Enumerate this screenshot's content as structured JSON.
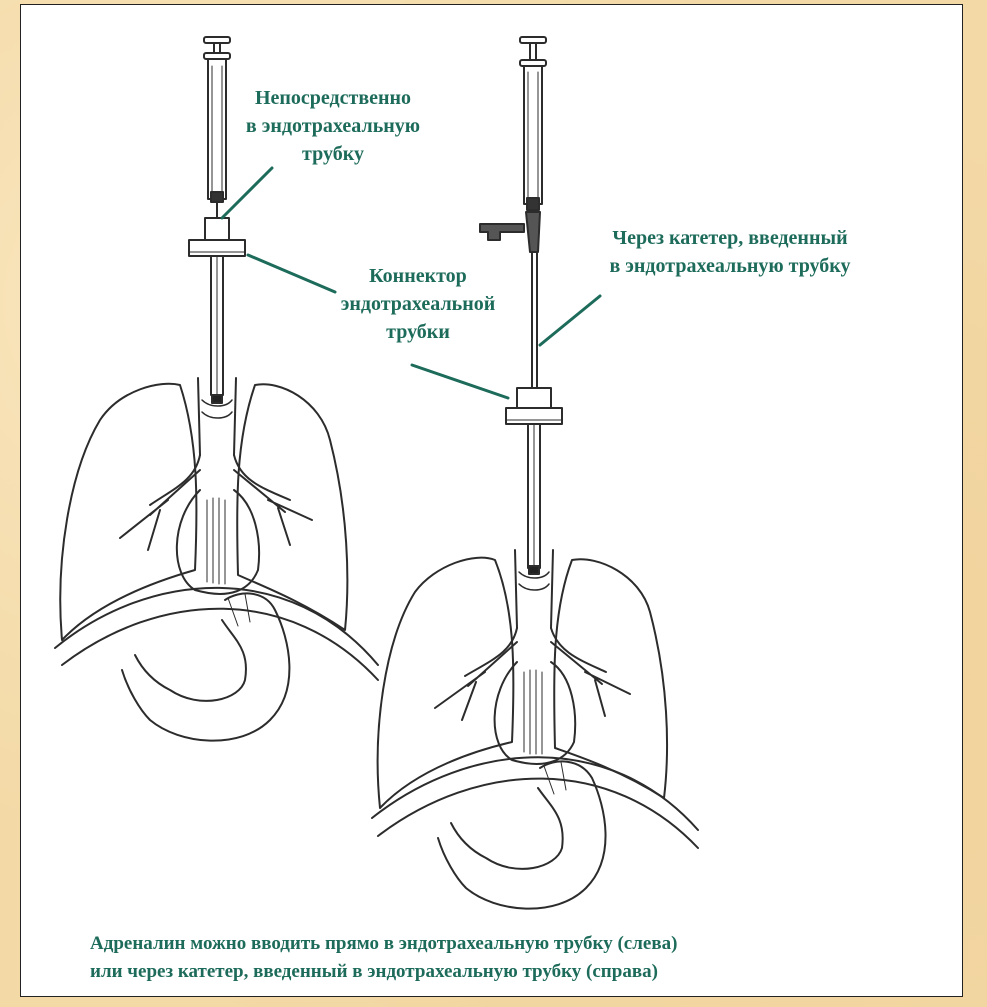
{
  "labels": {
    "direct": [
      "Непосредственно",
      "в эндотрахеальную",
      "трубку"
    ],
    "connector": [
      "Коннектор",
      "эндотрахеальной",
      "трубки"
    ],
    "catheter": [
      "Через катетер, введенный",
      "в эндотрахеальную трубку"
    ]
  },
  "caption": [
    "Адреналин можно вводить прямо в эндотрахеальную трубку (слева)",
    "или через катетер, введенный в эндотрахеальную трубку (справа)"
  ],
  "colors": {
    "label": "#1d6b5a",
    "background": "#f3d9a6",
    "line": "#2c2c2c"
  }
}
